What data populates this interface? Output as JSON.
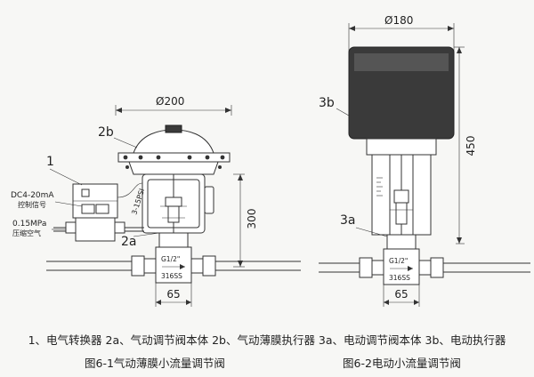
{
  "dimensions": {
    "d200": "Ø200",
    "d180": "Ø180",
    "h300": "300",
    "h450": "450",
    "w65_left": "65",
    "w65_right": "65"
  },
  "callouts": {
    "c1": "1",
    "c2a": "2a",
    "c2b": "2b",
    "c3a": "3a",
    "c3b": "3b"
  },
  "converter": {
    "signal_range": "DC4-20mA",
    "signal_label": "控制信号",
    "air_pressure": "0.15MPa",
    "air_label": "压缩空气",
    "psi": "3-15PSI"
  },
  "pipe": {
    "left_size": "G1/2\"",
    "left_material": "316SS",
    "right_size": "G1/2\"",
    "right_material": "316SS"
  },
  "legend": "1、电气转换器  2a、气动调节阀本体  2b、气动薄膜执行器 3a、电动调节阀本体  3b、电动执行器",
  "captions": {
    "fig1": "图6-1气动薄膜小流量调节阀",
    "fig2": "图6-2电动小流量调节阀"
  }
}
